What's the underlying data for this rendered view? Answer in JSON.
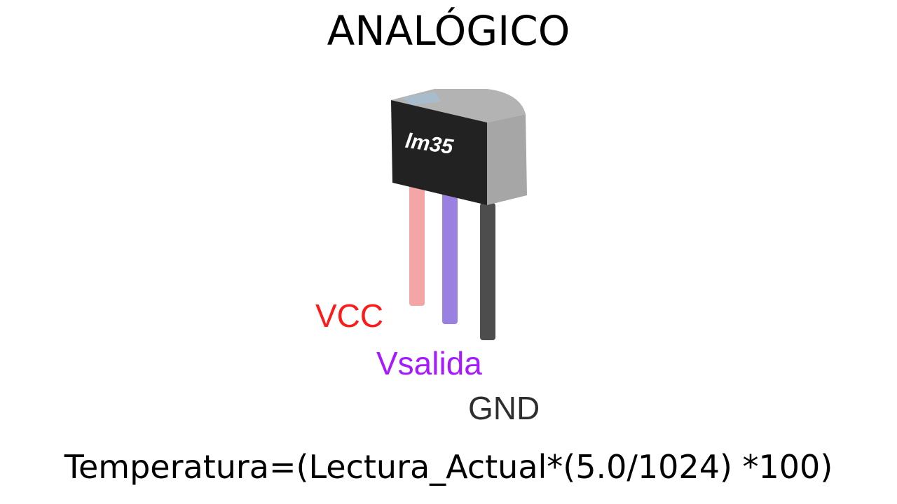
{
  "title": "ANALÓGICO",
  "sensor": {
    "body_text": "lm35",
    "icon": "lm35-to92-sensor-icon",
    "colors": {
      "body_front": "#222222",
      "body_side": "#a6a6a6",
      "body_top": "#b3b3b3"
    }
  },
  "pins": [
    {
      "label": "VCC",
      "color": "#ff1a1a",
      "leg_color": "#f4a6a6"
    },
    {
      "label": "Vsalida",
      "color": "#a61aff",
      "leg_color": "#9a80e0"
    },
    {
      "label": "GND",
      "color": "#2e2e2e",
      "leg_color": "#4d4d4d"
    }
  ],
  "formula": "Temperatura=(Lectura_Actual*(5.0/1024) *100)"
}
